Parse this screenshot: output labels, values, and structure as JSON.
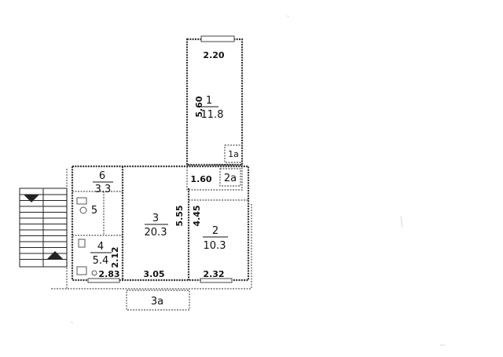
{
  "rooms": [
    {
      "id": "1",
      "number": "1",
      "area": "11.8"
    },
    {
      "id": "2",
      "number": "2",
      "area": "10.3"
    },
    {
      "id": "3",
      "number": "3",
      "area": "20.3"
    },
    {
      "id": "4",
      "number": "4",
      "area": "5.4"
    },
    {
      "id": "5",
      "number": "5"
    },
    {
      "id": "6",
      "number": "6",
      "area": "3.3"
    }
  ],
  "balconies": {
    "b1a": "1a",
    "b2a": "2a",
    "b3a": "3a"
  },
  "dimensions": {
    "room1_width": "2.20",
    "room1_length": "5.60",
    "corridor_width": "1.60",
    "room2_length": "4.45",
    "room3_length": "5.55",
    "room4_length": "2.12",
    "bottom_a": "2.83",
    "bottom_b": "3.05",
    "bottom_c": "2.32"
  }
}
